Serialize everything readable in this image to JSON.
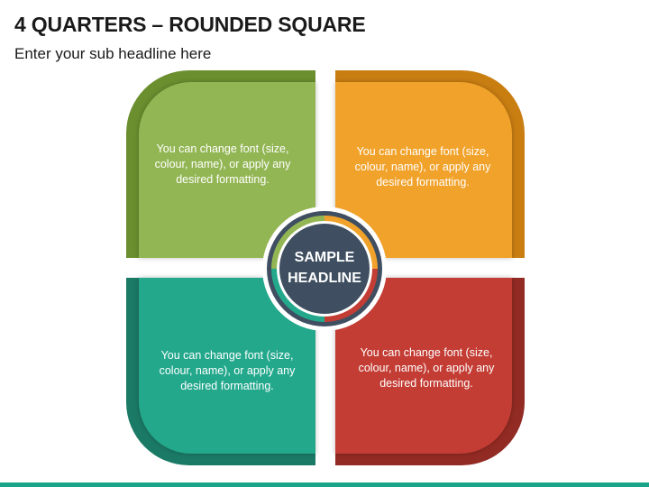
{
  "header": {
    "title": "4 QUARTERS – ROUNDED SQUARE",
    "subtitle": "Enter your sub headline here"
  },
  "center": {
    "line1": "SAMPLE",
    "line2": "HEADLINE"
  },
  "quadrants": [
    {
      "position": "top-left",
      "text": "You can change font (size, colour, name), or apply any desired formatting.",
      "color": "#93b654"
    },
    {
      "position": "top-right",
      "text": "You can change font (size, colour, name), or apply any desired formatting.",
      "color": "#f1a22a"
    },
    {
      "position": "bottom-left",
      "text": "You can change font (size, colour, name), or apply any desired formatting.",
      "color": "#23a88c"
    },
    {
      "position": "bottom-right",
      "text": "You can change font (size, colour, name), or apply any desired formatting.",
      "color": "#c33d34"
    }
  ],
  "colors": {
    "center_fill": "#3f4f61",
    "footer_bar": "#19a487"
  }
}
